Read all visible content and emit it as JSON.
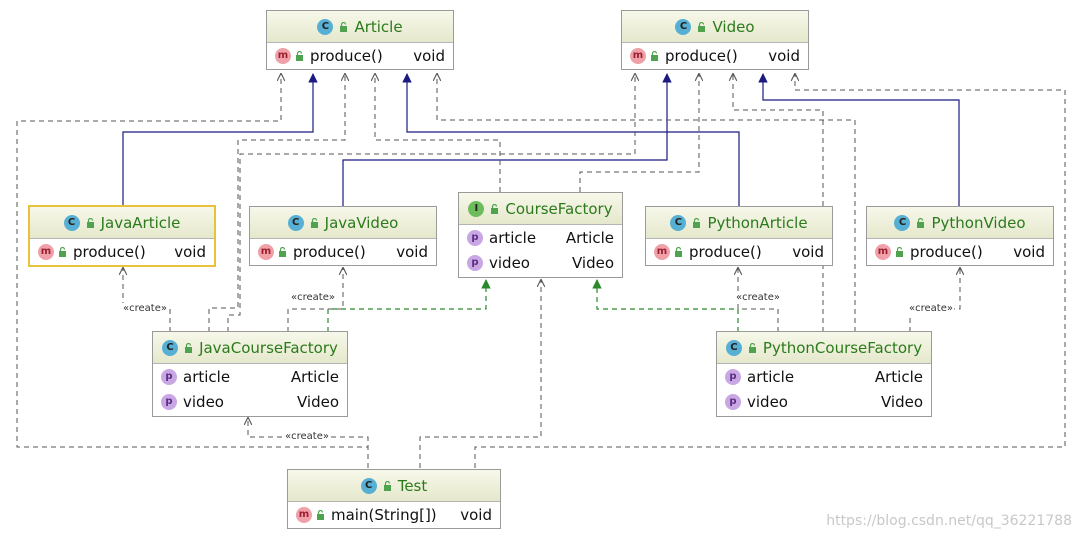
{
  "classes": {
    "article": {
      "name": "Article",
      "kind": "C",
      "members": [
        {
          "kind": "m",
          "name": "produce()",
          "type": "void"
        }
      ]
    },
    "video": {
      "name": "Video",
      "kind": "C",
      "members": [
        {
          "kind": "m",
          "name": "produce()",
          "type": "void"
        }
      ]
    },
    "java_article": {
      "name": "JavaArticle",
      "kind": "C",
      "members": [
        {
          "kind": "m",
          "name": "produce()",
          "type": "void"
        }
      ]
    },
    "java_video": {
      "name": "JavaVideo",
      "kind": "C",
      "members": [
        {
          "kind": "m",
          "name": "produce()",
          "type": "void"
        }
      ]
    },
    "course_factory": {
      "name": "CourseFactory",
      "kind": "I",
      "members": [
        {
          "kind": "p",
          "name": "article",
          "type": "Article"
        },
        {
          "kind": "p",
          "name": "video",
          "type": "Video"
        }
      ]
    },
    "python_article": {
      "name": "PythonArticle",
      "kind": "C",
      "members": [
        {
          "kind": "m",
          "name": "produce()",
          "type": "void"
        }
      ]
    },
    "python_video": {
      "name": "PythonVideo",
      "kind": "C",
      "members": [
        {
          "kind": "m",
          "name": "produce()",
          "type": "void"
        }
      ]
    },
    "java_factory": {
      "name": "JavaCourseFactory",
      "kind": "C",
      "members": [
        {
          "kind": "p",
          "name": "article",
          "type": "Article"
        },
        {
          "kind": "p",
          "name": "video",
          "type": "Video"
        }
      ]
    },
    "python_factory": {
      "name": "PythonCourseFactory",
      "kind": "C",
      "members": [
        {
          "kind": "p",
          "name": "article",
          "type": "Article"
        },
        {
          "kind": "p",
          "name": "video",
          "type": "Video"
        }
      ]
    },
    "test": {
      "name": "Test",
      "kind": "C",
      "members": [
        {
          "kind": "m",
          "name": "main(String[])",
          "type": "void"
        }
      ]
    }
  },
  "create_label": "«create»",
  "watermark": "https://blog.csdn.net/qq_36221788",
  "colors": {
    "class_title": "#2b7a1c",
    "inheritance": "#1a1a80",
    "realization": "#2a8a2a",
    "dependency": "#555555",
    "selected_border": "#e8c23a"
  }
}
